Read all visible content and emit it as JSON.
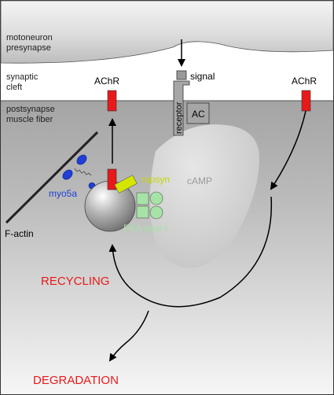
{
  "labels": {
    "presynapse_line1": "motoneuron",
    "presynapse_line2": "presynapse",
    "cleft_line1": "synaptic",
    "cleft_line2": "cleft",
    "postsynapse_line1": "postsynapse",
    "postsynapse_line2": "muscle fiber",
    "signal": "signal",
    "achr_left": "AChR",
    "achr_right": "AChR",
    "receptor": "receptor",
    "ac": "AC",
    "camp": "cAMP",
    "rapsyn": "rapsyn",
    "pka": "PKA type I",
    "myo5a": "myo5a",
    "factin": "F-actin",
    "recycling": "RECYCLING",
    "degradation": "DEGRADATION"
  },
  "colors": {
    "achr": "#e8191a",
    "rapsyn": "#d4e600",
    "pka": "#a6e3a6",
    "myo5a": "#1f3fd6",
    "red_text": "#e8191a",
    "camp_text": "#9a9a9a"
  }
}
